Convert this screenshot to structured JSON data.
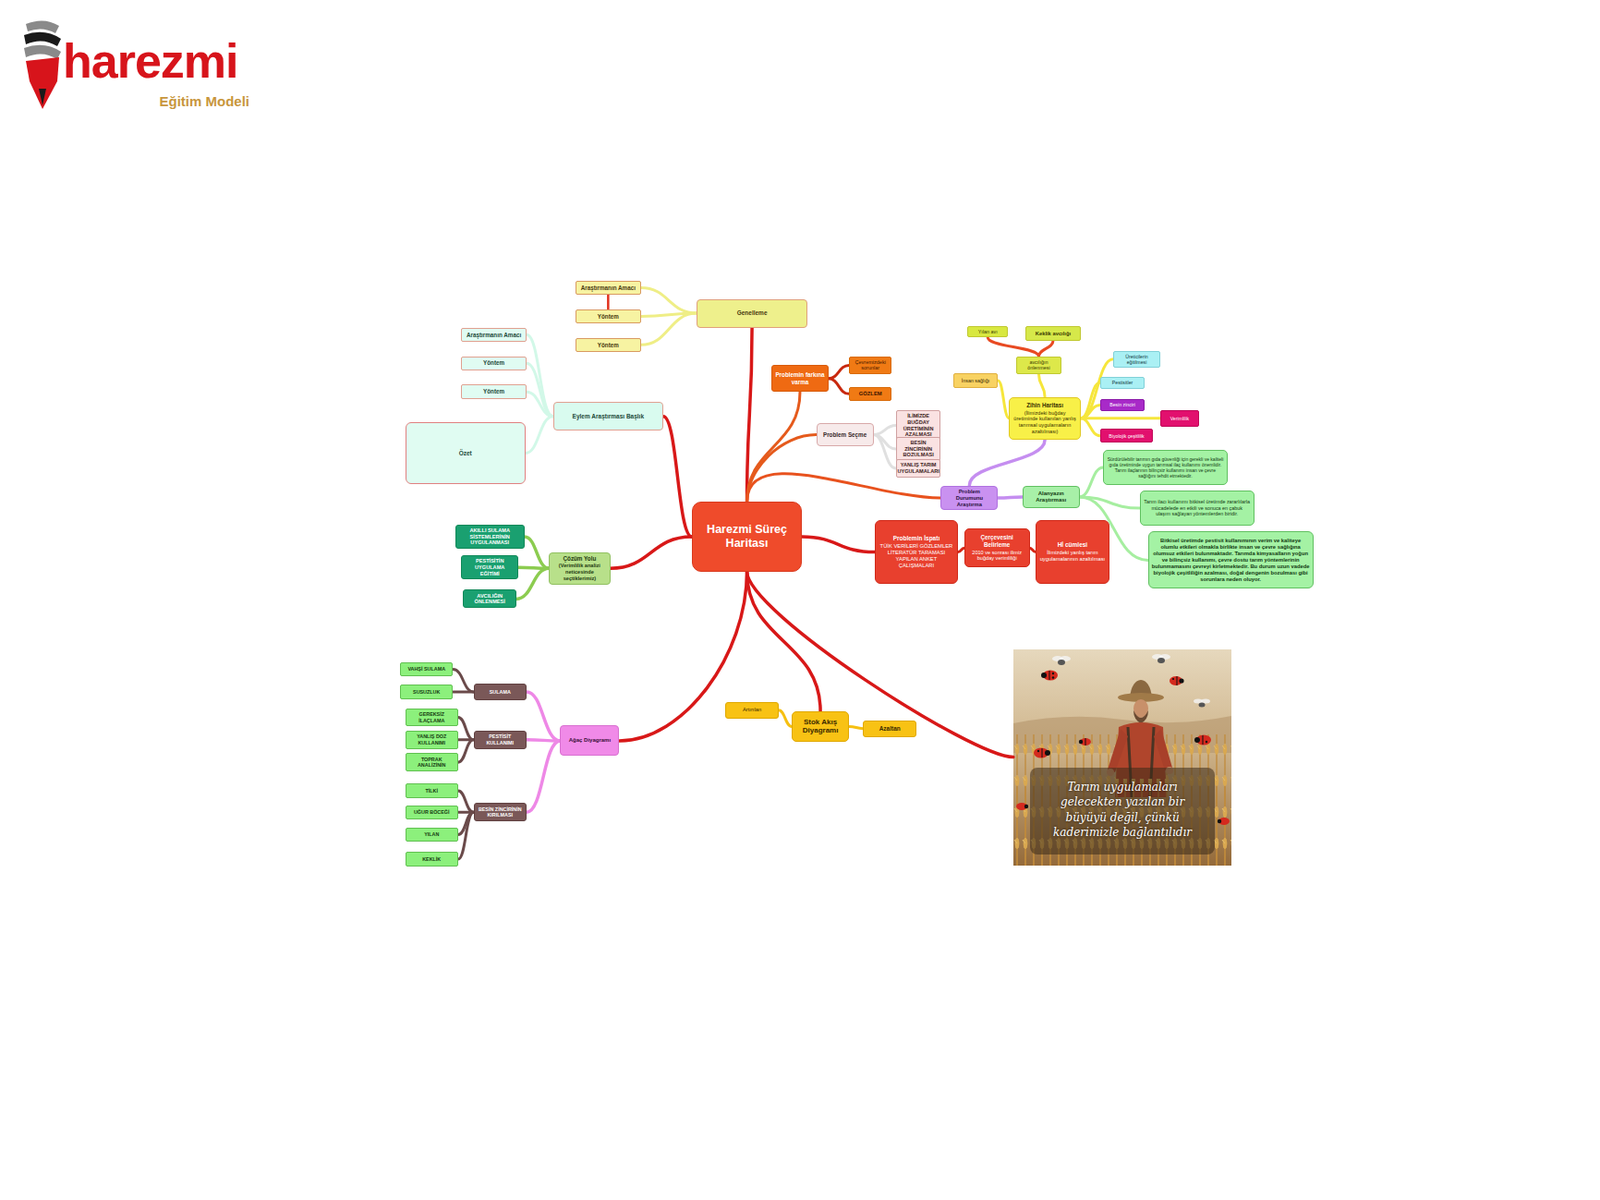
{
  "diagram": {
    "nodes": [
      {
        "text": [
          "Harezmi Süreç Haritası"
        ]
      },
      {
        "text": [
          "Genelleme"
        ]
      },
      {
        "text": [
          "Araştırmanın Amacı"
        ]
      },
      {
        "text": [
          "Yöntem"
        ]
      },
      {
        "text": [
          "Yöntem"
        ]
      },
      {
        "text": [
          "Eylem Araştırması Başlık"
        ]
      },
      {
        "text": [
          "Araştırmanın Amacı"
        ]
      },
      {
        "text": [
          "Yöntem"
        ]
      },
      {
        "text": [
          "Yöntem"
        ]
      },
      {
        "text": [
          "Özet"
        ]
      },
      {
        "text": [
          "Problemin farkına varma"
        ]
      },
      {
        "text": [
          "Çevremizdeki sorunlar"
        ]
      },
      {
        "text": [
          "GÖZLEM"
        ]
      },
      {
        "text": [
          "Problem Seçme"
        ]
      },
      {
        "text": [
          "İLİMİZDE BUĞDAY ÜRETİMİNİN AZALMASI"
        ]
      },
      {
        "text": [
          "BESİN ZİNCİRİNİN BOZULMASI"
        ]
      },
      {
        "text": [
          "YANLIŞ TARIM UYGULAMALARI"
        ]
      },
      {
        "text": [
          "Zihin Haritası",
          "(İlimizdeki buğday üretiminde kullanılan yanlış tarımsal uygulamaların azaltılması)"
        ]
      },
      {
        "text": [
          "avcılığın önlenmesi"
        ]
      },
      {
        "text": [
          "Yılan avı"
        ]
      },
      {
        "text": [
          "Keklik avcılığı"
        ]
      },
      {
        "text": [
          "İnsan sağlığı"
        ]
      },
      {
        "text": [
          "Üreticilerin eğitilmesi"
        ]
      },
      {
        "text": [
          "Pestisitler"
        ]
      },
      {
        "text": [
          "Besin zinciri"
        ]
      },
      {
        "text": [
          "Verimlilik"
        ]
      },
      {
        "text": [
          "Biyolojik çeşitlilik"
        ]
      },
      {
        "text": [
          "Problem Durumunu Araştırma"
        ]
      },
      {
        "text": [
          "Alanyazın Araştırması"
        ]
      },
      {
        "text": [
          "Sürdürülebilir tarımın gıda güvenliği için gerekli ve kaliteli gıda üretiminde uygun tarımsal ilaç kullanımı önemlidir. Tarım ilaçlarının bilinçsiz kullanımı insan ve çevre sağlığını tehdit etmektedir."
        ]
      },
      {
        "text": [
          "Tarım ilacı kullanımı bitkisel üretimde zararlılarla mücadelede en etkili ve sonuca en çabuk ulaşım sağlayan yöntemlerden biridir."
        ]
      },
      {
        "text": [
          "Bitkisel üretimde pestisit kullanımının verim ve kaliteye olumlu etkileri olmakla birlikte insan ve çevre sağlığına olumsuz etkileri bulunmaktadır. Tarımda kimyasalların yoğun ve bilinçsiz kullanımı, çevre dostu tarım yöntemlerinin bulunmamasını çevreyi kirletmektedir. Bu durum uzun vadede biyolojik çeşitliliğin azalması, doğal dengenin bozulması gibi sorunlara neden oluyor."
        ]
      },
      {
        "text": [
          "Problemin İspatı",
          "TÜİK VERİLERİ GÖZLEMLER LİTERATÜR TARAMASI YAPILAN ANKET ÇALIŞMALARI"
        ]
      },
      {
        "text": [
          "Çerçevesini Belirleme",
          "2010 ve sonrası ilimiz buğday verimliliği"
        ]
      },
      {
        "text": [
          "Hİ cümlesi",
          "İlimizdeki yanlış tarım uygulamalarının azaltılması"
        ]
      },
      {
        "text": [
          "Çözüm Yolu",
          "(Verimlilik analizi neticesinde seçtiklerimiz)"
        ]
      },
      {
        "text": [
          "AKILLI SULAMA SİSTEMLERİNİN UYGULANMASI"
        ]
      },
      {
        "text": [
          "PESTİSİTİN UYGULAMA EĞİTİMİ"
        ]
      },
      {
        "text": [
          "AVCILIĞIN ÖNLENMESİ"
        ]
      },
      {
        "text": [
          "Ağaç Diyagramı"
        ]
      },
      {
        "text": [
          "SULAMA"
        ]
      },
      {
        "text": [
          "VAHŞİ SULAMA"
        ]
      },
      {
        "text": [
          "SUSUZLUK"
        ]
      },
      {
        "text": [
          "PESTİSİT KULLANIMI"
        ]
      },
      {
        "text": [
          "GEREKSİZ İLAÇLAMA"
        ]
      },
      {
        "text": [
          "YANLIŞ DOZ KULLANIMI"
        ]
      },
      {
        "text": [
          "TOPRAK ANALİZİNİN"
        ]
      },
      {
        "text": [
          "BESİN ZİNCİRİNİN KIRILMASI"
        ]
      },
      {
        "text": [
          "TİLKİ"
        ]
      },
      {
        "text": [
          "UĞUR BÖCEĞİ"
        ]
      },
      {
        "text": [
          "YILAN"
        ]
      },
      {
        "text": [
          "KEKLİK"
        ]
      },
      {
        "text": [
          "Stok Akış Diyagramı"
        ]
      },
      {
        "text": [
          "Artırılan"
        ]
      },
      {
        "text": [
          "Azaltan"
        ]
      },
      {
        "text": [
          "Tarım uygulamaları gelecekten yazılan bir büyüyü değil, çünkü kaderimizle bağlantılıdır"
        ]
      }
    ],
    "edges": [
      {
        "from": 0,
        "to": 1,
        "arrow": "none"
      },
      {
        "from": 1,
        "to": 2,
        "arrow": "none"
      },
      {
        "from": 1,
        "to": 3,
        "arrow": "none"
      },
      {
        "from": 1,
        "to": 4,
        "arrow": "none"
      },
      {
        "from": 2,
        "to": 3,
        "arrow": "none"
      },
      {
        "from": 0,
        "to": 5,
        "arrow": "none"
      },
      {
        "from": 5,
        "to": 6,
        "arrow": "none"
      },
      {
        "from": 5,
        "to": 7,
        "arrow": "none"
      },
      {
        "from": 5,
        "to": 8,
        "arrow": "none"
      },
      {
        "from": 5,
        "to": 9,
        "arrow": "none"
      },
      {
        "from": 0,
        "to": 10,
        "arrow": "none"
      },
      {
        "from": 10,
        "to": 11,
        "arrow": "none"
      },
      {
        "from": 10,
        "to": 12,
        "arrow": "none"
      },
      {
        "from": 0,
        "to": 13,
        "arrow": "none"
      },
      {
        "from": 13,
        "to": 14,
        "arrow": "none"
      },
      {
        "from": 13,
        "to": 15,
        "arrow": "none"
      },
      {
        "from": 13,
        "to": 16,
        "arrow": "none"
      },
      {
        "from": 0,
        "to": 27,
        "arrow": "none"
      },
      {
        "from": 27,
        "to": 17,
        "arrow": "none"
      },
      {
        "from": 17,
        "to": 18,
        "arrow": "none"
      },
      {
        "from": 18,
        "to": 19,
        "arrow": "none"
      },
      {
        "from": 18,
        "to": 20,
        "arrow": "none"
      },
      {
        "from": 17,
        "to": 21,
        "arrow": "none"
      },
      {
        "from": 17,
        "to": 22,
        "arrow": "none"
      },
      {
        "from": 17,
        "to": 23,
        "arrow": "none"
      },
      {
        "from": 17,
        "to": 24,
        "arrow": "none"
      },
      {
        "from": 17,
        "to": 25,
        "arrow": "none"
      },
      {
        "from": 17,
        "to": 26,
        "arrow": "none"
      },
      {
        "from": 27,
        "to": 28,
        "arrow": "none"
      },
      {
        "from": 28,
        "to": 29,
        "arrow": "none"
      },
      {
        "from": 28,
        "to": 30,
        "arrow": "none"
      },
      {
        "from": 28,
        "to": 31,
        "arrow": "none"
      },
      {
        "from": 0,
        "to": 32,
        "arrow": "none"
      },
      {
        "from": 32,
        "to": 33,
        "arrow": "none"
      },
      {
        "from": 33,
        "to": 34,
        "arrow": "none"
      },
      {
        "from": 0,
        "to": 35,
        "arrow": "none"
      },
      {
        "from": 35,
        "to": 36,
        "arrow": "none"
      },
      {
        "from": 35,
        "to": 37,
        "arrow": "none"
      },
      {
        "from": 35,
        "to": 38,
        "arrow": "none"
      },
      {
        "from": 0,
        "to": 39,
        "arrow": "none"
      },
      {
        "from": 39,
        "to": 40,
        "arrow": "none"
      },
      {
        "from": 39,
        "to": 43,
        "arrow": "none"
      },
      {
        "from": 39,
        "to": 47,
        "arrow": "none"
      },
      {
        "from": 40,
        "to": 41,
        "arrow": "none"
      },
      {
        "from": 40,
        "to": 42,
        "arrow": "none"
      },
      {
        "from": 43,
        "to": 44,
        "arrow": "none"
      },
      {
        "from": 43,
        "to": 45,
        "arrow": "none"
      },
      {
        "from": 43,
        "to": 46,
        "arrow": "none"
      },
      {
        "from": 47,
        "to": 48,
        "arrow": "none"
      },
      {
        "from": 47,
        "to": 49,
        "arrow": "none"
      },
      {
        "from": 47,
        "to": 50,
        "arrow": "none"
      },
      {
        "from": 47,
        "to": 51,
        "arrow": "none"
      },
      {
        "from": 0,
        "to": 52,
        "arrow": "none"
      },
      {
        "from": 52,
        "to": 53,
        "arrow": "none"
      },
      {
        "from": 52,
        "to": 54,
        "arrow": "none"
      },
      {
        "from": 0,
        "to": 55,
        "arrow": "none"
      }
    ],
    "labels": [
      "harezmi",
      "Eğitim Modeli"
    ]
  }
}
